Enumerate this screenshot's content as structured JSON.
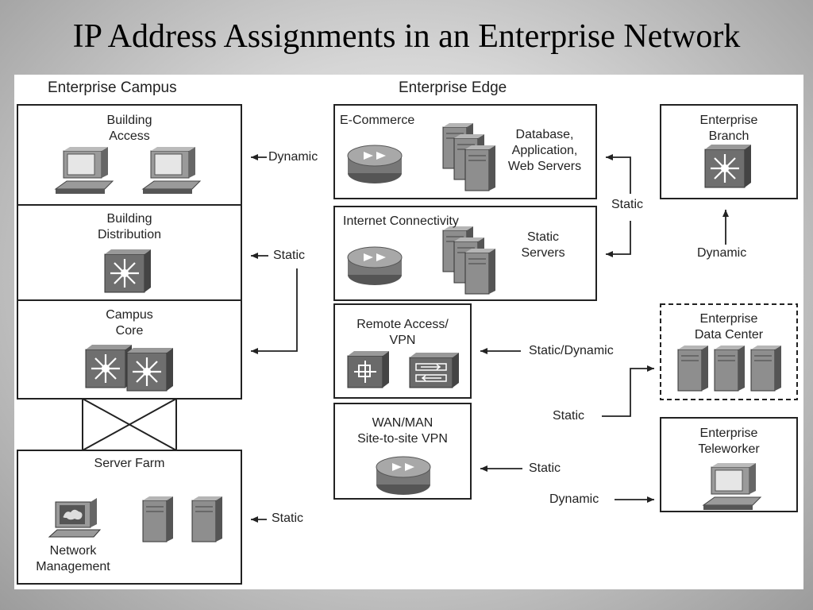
{
  "slide": {
    "title": "IP Address Assignments in an Enterprise Network"
  },
  "sections": {
    "campus": "Enterprise Campus",
    "edge": "Enterprise Edge"
  },
  "campus": {
    "building_access": [
      "Building",
      "Access"
    ],
    "building_distribution": [
      "Building",
      "Distribution"
    ],
    "campus_core": [
      "Campus",
      "Core"
    ],
    "server_farm": "Server Farm",
    "network_management": [
      "Network",
      "Management"
    ]
  },
  "edge": {
    "ecommerce": "E-Commerce",
    "ecommerce_servers": [
      "Database,",
      "Application,",
      "Web Servers"
    ],
    "internet": "Internet Connectivity",
    "internet_servers": [
      "Static",
      "Servers"
    ],
    "remote_access": [
      "Remote Access/",
      "VPN"
    ],
    "wan": [
      "WAN/MAN",
      "Site-to-site VPN"
    ]
  },
  "remote": {
    "branch": [
      "Enterprise",
      "Branch"
    ],
    "data_center": [
      "Enterprise",
      "Data Center"
    ],
    "teleworker": [
      "Enterprise",
      "Teleworker"
    ]
  },
  "assignments": {
    "building_access": "Dynamic",
    "building_distribution": "Static",
    "server_farm": "Static",
    "edge_servers": "Static",
    "branch": "Dynamic",
    "remote_access": "Static/Dynamic",
    "data_center": "Static",
    "wan": "Static",
    "teleworker": "Dynamic"
  }
}
